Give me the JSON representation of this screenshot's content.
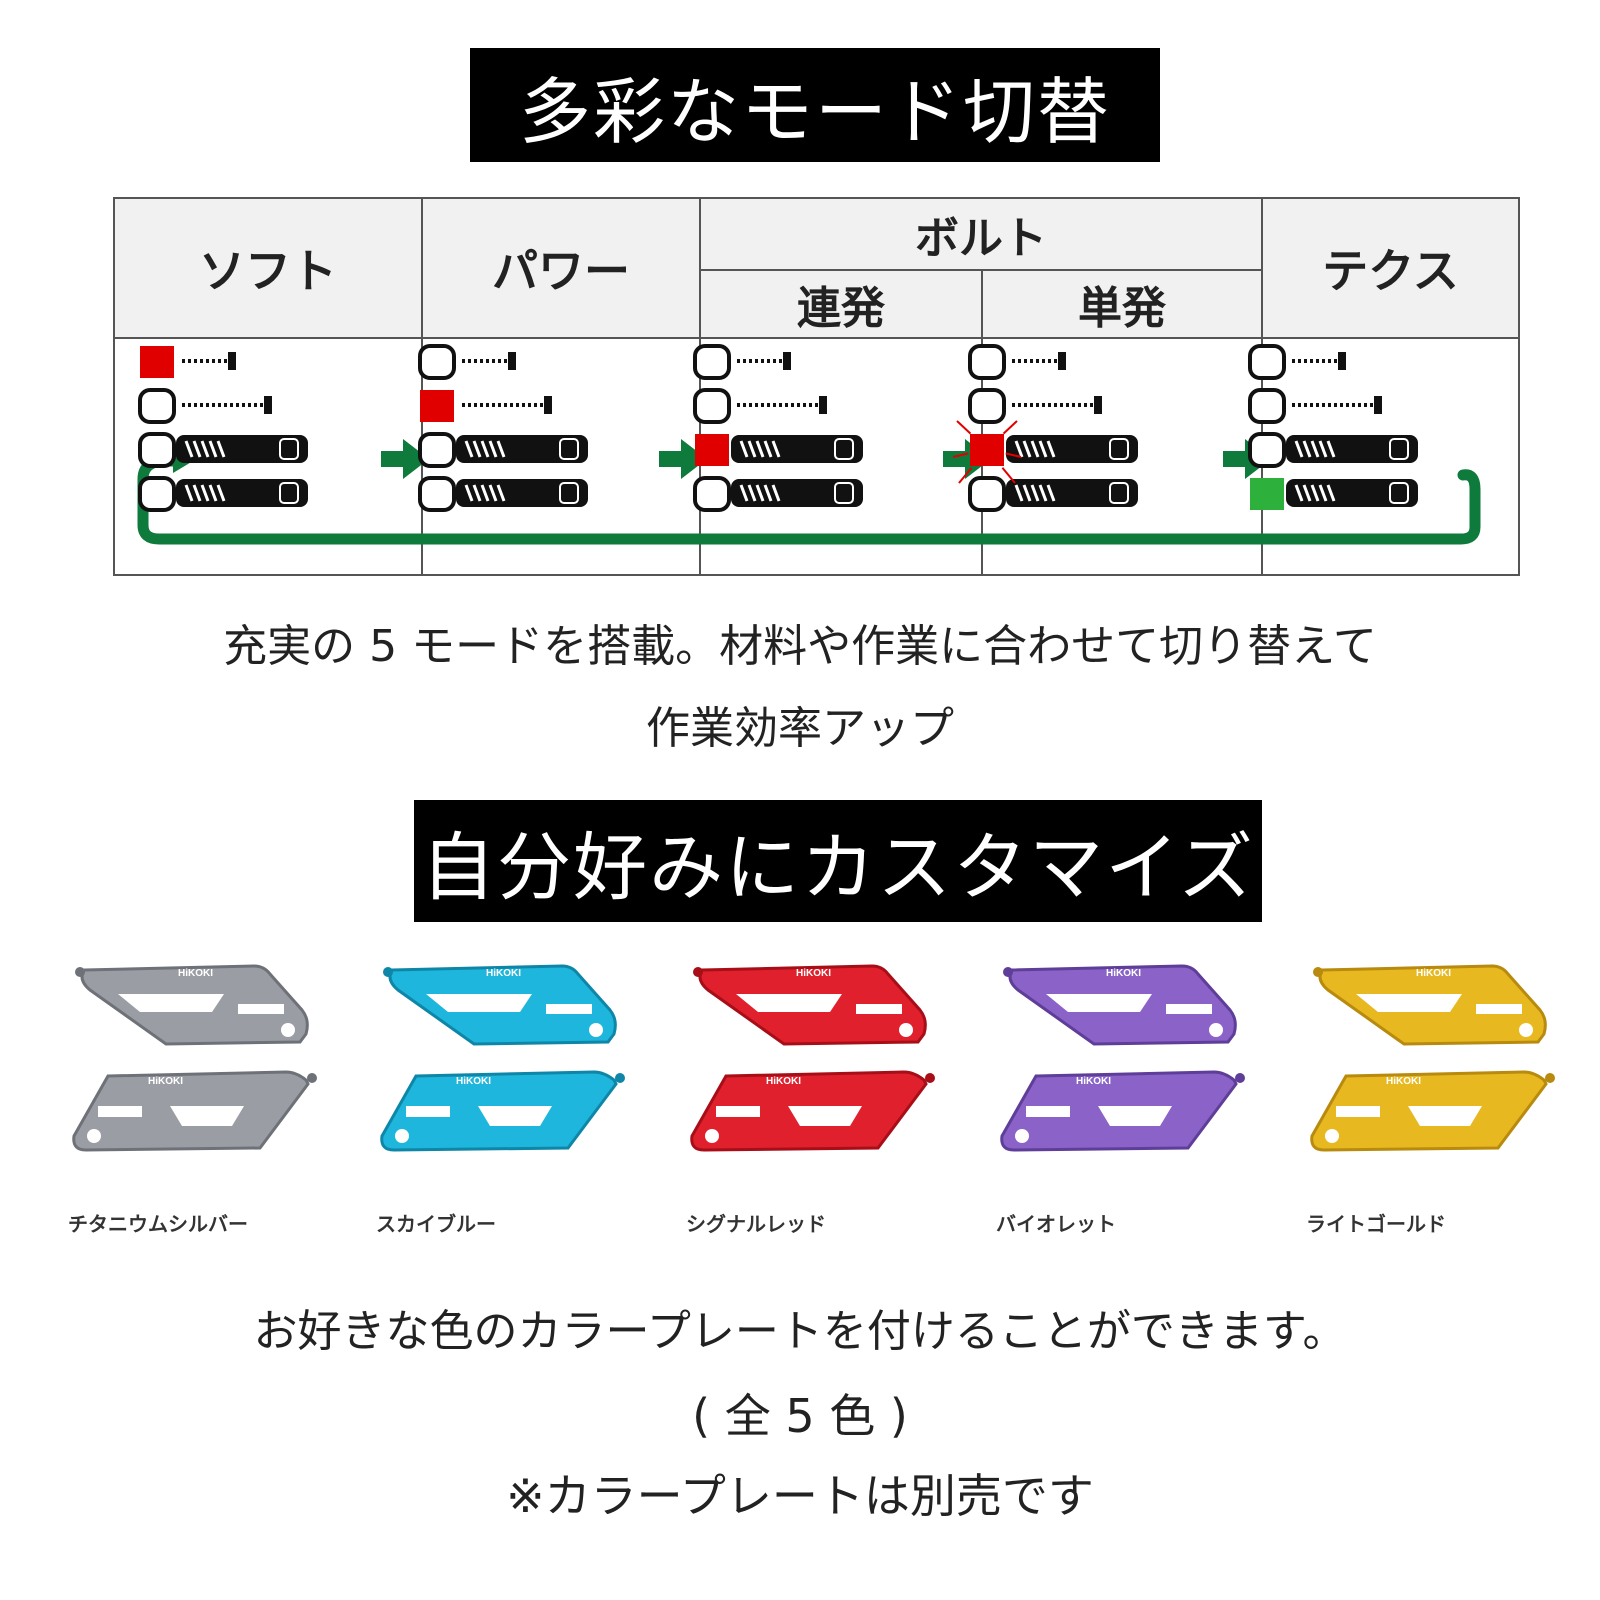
{
  "section1": {
    "title": "多彩なモード切替",
    "table": {
      "modes": [
        {
          "label": "ソフト",
          "active_slot": 0,
          "active_color": "#e00000"
        },
        {
          "label": "パワー",
          "active_slot": 1,
          "active_color": "#e00000"
        },
        {
          "label": "連発",
          "active_slot": 2,
          "active_color": "#e00000"
        },
        {
          "label": "単発",
          "active_slot": 2,
          "active_color": "#e00000"
        },
        {
          "label": "テクス",
          "active_slot": 3,
          "active_color": "#2db03c"
        }
      ],
      "group_label": "ボルト",
      "arrow_color": "#0e7a3c"
    },
    "caption_line1": "充実の 5 モードを搭載。材料や作業に合わせて切り替えて",
    "caption_line2": "作業効率アップ"
  },
  "section2": {
    "title": "自分好みにカスタマイズ",
    "brand": "HiKOKI",
    "plates": [
      {
        "name": "チタニウムシルバー",
        "color": "#9a9ea4",
        "shade": "#6e7278"
      },
      {
        "name": "スカイブルー",
        "color": "#1eb6dc",
        "shade": "#0e86a8"
      },
      {
        "name": "シグナルレッド",
        "color": "#e0202c",
        "shade": "#a80e18"
      },
      {
        "name": "バイオレット",
        "color": "#8a62c8",
        "shade": "#5e3e98"
      },
      {
        "name": "ライトゴールド",
        "color": "#e8b820",
        "shade": "#b88a0e"
      }
    ],
    "note_line1": "お好きな色のカラープレートを付けることができます。",
    "note_line2": "( 全 5 色 )",
    "note_line3": "※カラープレートは別売です"
  }
}
